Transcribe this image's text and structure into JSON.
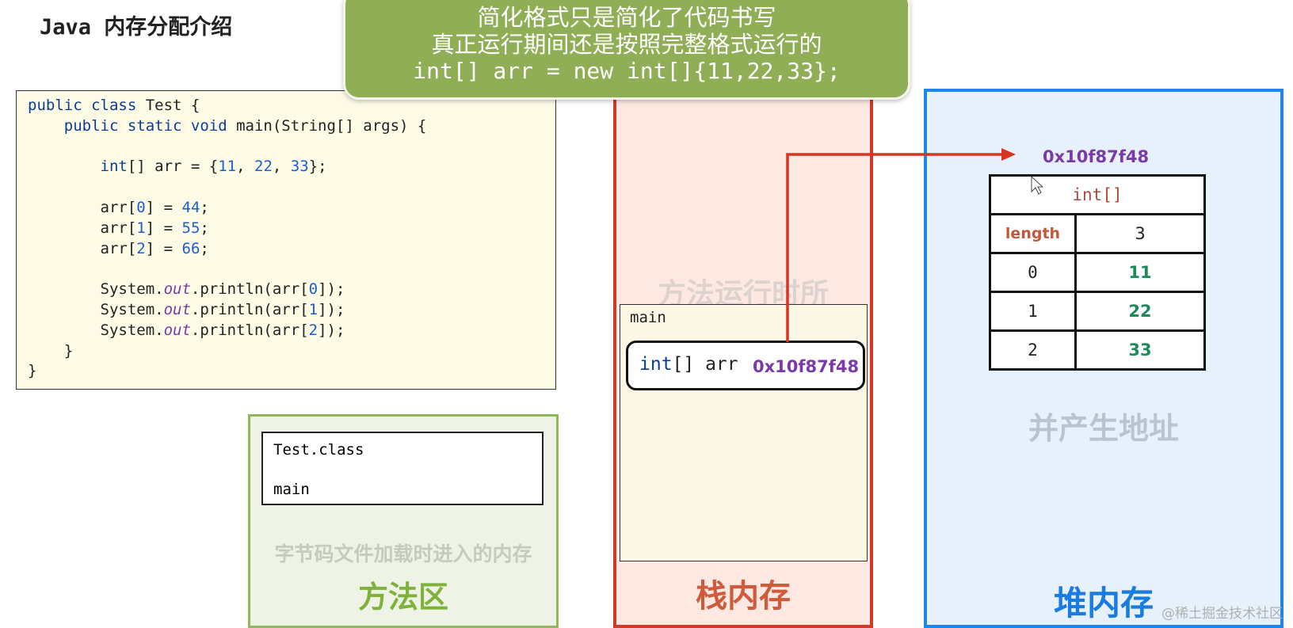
{
  "header": {
    "title_prefix": "Java",
    "title_suffix": "内存分配介绍"
  },
  "code": {
    "lines": [
      [
        {
          "t": "public class",
          "c": "kw"
        },
        {
          "t": " Test {",
          "c": ""
        }
      ],
      [
        {
          "t": "    public static void",
          "c": "kw"
        },
        {
          "t": " main(String[] args) {",
          "c": ""
        }
      ],
      [],
      [
        {
          "t": "        int",
          "c": "kw"
        },
        {
          "t": "[] arr = {",
          "c": ""
        },
        {
          "t": "11",
          "c": "num"
        },
        {
          "t": ", ",
          "c": ""
        },
        {
          "t": "22",
          "c": "num"
        },
        {
          "t": ", ",
          "c": ""
        },
        {
          "t": "33",
          "c": "num"
        },
        {
          "t": "};",
          "c": ""
        }
      ],
      [],
      [
        {
          "t": "        arr[",
          "c": ""
        },
        {
          "t": "0",
          "c": "num"
        },
        {
          "t": "] = ",
          "c": ""
        },
        {
          "t": "44",
          "c": "num"
        },
        {
          "t": ";",
          "c": ""
        }
      ],
      [
        {
          "t": "        arr[",
          "c": ""
        },
        {
          "t": "1",
          "c": "num"
        },
        {
          "t": "] = ",
          "c": ""
        },
        {
          "t": "55",
          "c": "num"
        },
        {
          "t": ";",
          "c": ""
        }
      ],
      [
        {
          "t": "        arr[",
          "c": ""
        },
        {
          "t": "2",
          "c": "num"
        },
        {
          "t": "] = ",
          "c": ""
        },
        {
          "t": "66",
          "c": "num"
        },
        {
          "t": ";",
          "c": ""
        }
      ],
      [],
      [
        {
          "t": "        System.",
          "c": ""
        },
        {
          "t": "out",
          "c": "it"
        },
        {
          "t": ".println(arr[",
          "c": ""
        },
        {
          "t": "0",
          "c": "num"
        },
        {
          "t": "]);",
          "c": ""
        }
      ],
      [
        {
          "t": "        System.",
          "c": ""
        },
        {
          "t": "out",
          "c": "it"
        },
        {
          "t": ".println(arr[",
          "c": ""
        },
        {
          "t": "1",
          "c": "num"
        },
        {
          "t": "]);",
          "c": ""
        }
      ],
      [
        {
          "t": "        System.",
          "c": ""
        },
        {
          "t": "out",
          "c": "it"
        },
        {
          "t": ".println(arr[",
          "c": ""
        },
        {
          "t": "2",
          "c": "num"
        },
        {
          "t": "]);",
          "c": ""
        }
      ],
      [
        {
          "t": "    }",
          "c": ""
        }
      ],
      [
        {
          "t": "}",
          "c": ""
        }
      ]
    ]
  },
  "callout": {
    "line1": "简化格式只是简化了代码书写",
    "line2": "真正运行期间还是按照完整格式运行的",
    "line3": "int[] arr = new int[]{11,22,33};"
  },
  "method_area": {
    "class_name": "Test.class",
    "method_name": "main",
    "description": "字节码文件加载时进入的内存",
    "label": "方法区"
  },
  "stack": {
    "description": "方法运行时所",
    "frame_label": "main",
    "var_type": "int",
    "var_rest": "[] arr",
    "var_value": "0x10f87f48",
    "label": "栈内存"
  },
  "heap": {
    "address": "0x10f87f48",
    "array_type": "int[]",
    "length_label": "length",
    "length_value": "3",
    "rows": [
      {
        "index": "0",
        "value": "11"
      },
      {
        "index": "1",
        "value": "22"
      },
      {
        "index": "2",
        "value": "33"
      }
    ],
    "description": "并产生地址",
    "label": "堆内存"
  },
  "watermark": "@稀土掘金技术社区",
  "colors": {
    "arrow": "#d8341f",
    "callout": "#8fae56",
    "method_border": "#90b85a",
    "stack_border": "#d03a28",
    "heap_border": "#1f86e8",
    "address": "#7a3aa8",
    "array_value": "#1e8a5a"
  }
}
